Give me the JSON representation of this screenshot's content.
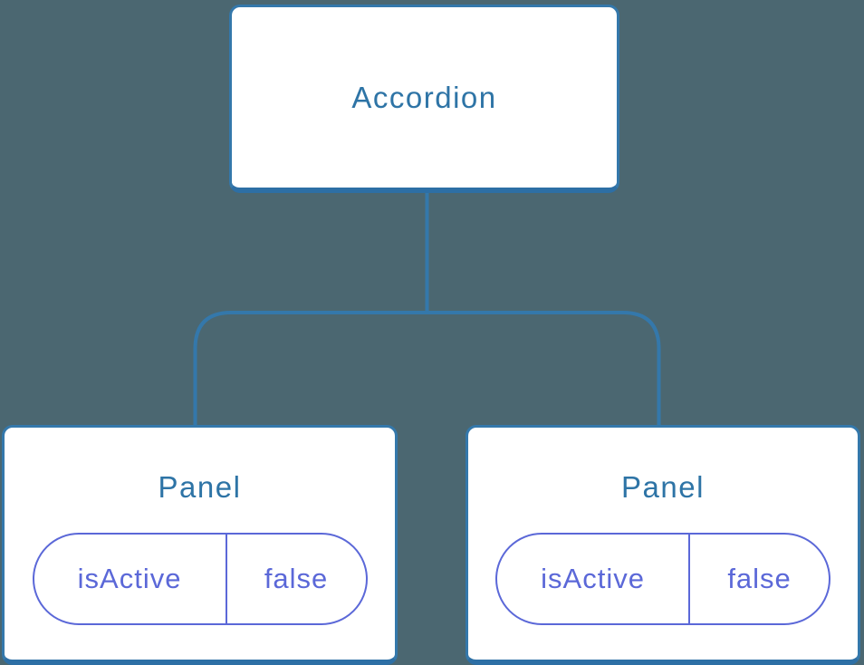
{
  "diagram": {
    "type": "component-tree",
    "root": {
      "label": "Accordion"
    },
    "children": [
      {
        "label": "Panel",
        "state": {
          "name": "isActive",
          "value": "false"
        }
      },
      {
        "label": "Panel",
        "state": {
          "name": "isActive",
          "value": "false"
        }
      }
    ]
  },
  "colors": {
    "background": "#4b6771",
    "node_fill": "#ffffff",
    "node_border": "#3478ab",
    "node_border_bottom": "#2d6fa5",
    "node_label_text": "#2e74a6",
    "connector_line": "#3478ab",
    "state_pill": "#5b68d8"
  }
}
